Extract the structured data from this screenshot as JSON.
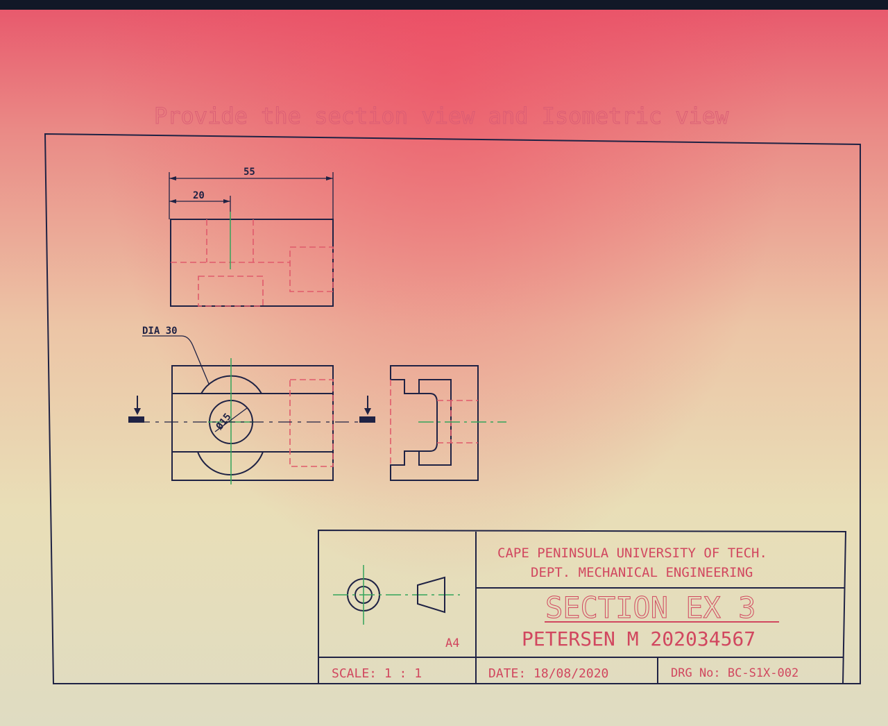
{
  "instruction": "Provide the section view and Isometric view",
  "dimensions": {
    "overall_width": "55",
    "hole_offset": "20",
    "hole_diameter_label": "DIA 30",
    "inner_hole": "Ø15"
  },
  "title_block": {
    "institution": "CAPE PENINSULA UNIVERSITY OF TECH.",
    "department": "DEPT. MECHANICAL ENGINEERING",
    "drawing_title": "SECTION EX 3",
    "student": "PETERSEN M 202034567",
    "sheet_size": "A4",
    "scale": "SCALE: 1 : 1",
    "date": "DATE: 18/08/2020",
    "drawing_number": "DRG No: BC-S1X-002"
  },
  "colors": {
    "outline": "#1f2244",
    "hidden_lines": "#e05a6b",
    "center_lines": "#33a45a",
    "title_text": "#d1475f"
  }
}
